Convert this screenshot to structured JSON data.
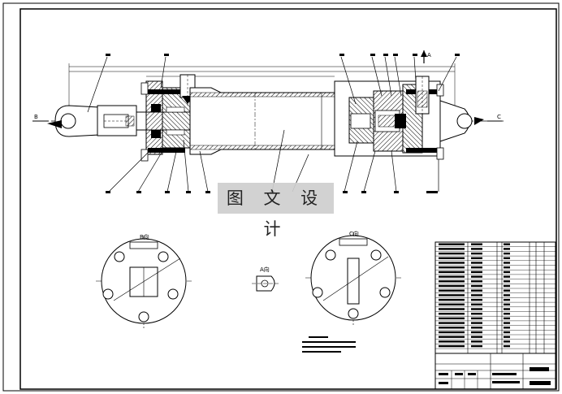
{
  "watermark": "图 文 设 计",
  "view_labels": {
    "section_a": "A",
    "section_b": "B",
    "section_c": "C",
    "view_a": "A向",
    "view_b": "B向",
    "view_c": "C向"
  }
}
